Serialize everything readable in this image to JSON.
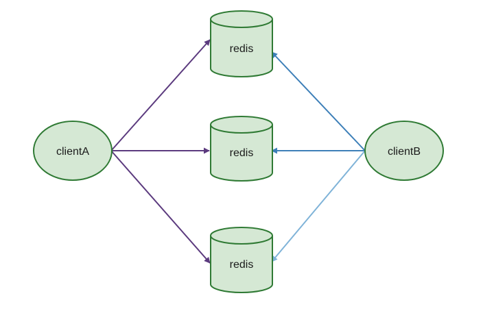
{
  "diagram": {
    "nodes": {
      "client_a": {
        "label": "clientA"
      },
      "client_b": {
        "label": "clientB"
      },
      "redis_top": {
        "label": "redis"
      },
      "redis_middle": {
        "label": "redis"
      },
      "redis_bottom": {
        "label": "redis"
      }
    },
    "edges": [
      {
        "from": "client_a",
        "to": "redis_top",
        "color": "#5b3a7e"
      },
      {
        "from": "client_a",
        "to": "redis_middle",
        "color": "#5b3a7e"
      },
      {
        "from": "client_a",
        "to": "redis_bottom",
        "color": "#5b3a7e"
      },
      {
        "from": "client_b",
        "to": "redis_top",
        "color": "#3d7fb8"
      },
      {
        "from": "client_b",
        "to": "redis_middle",
        "color": "#3d7fb8"
      },
      {
        "from": "client_b",
        "to": "redis_bottom",
        "color": "#7fb3d8"
      }
    ],
    "colors": {
      "node_fill": "#d5e8d4",
      "node_stroke": "#2f7a34",
      "client_a_edges": "#5b3a7e",
      "client_b_edges": "#3d7fb8"
    }
  }
}
